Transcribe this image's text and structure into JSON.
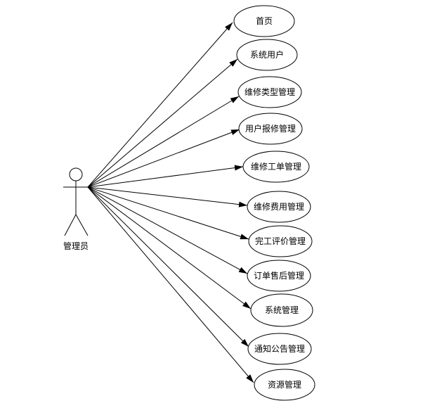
{
  "actor": {
    "label": "管理员"
  },
  "use_cases": [
    {
      "label": "首页"
    },
    {
      "label": "系统用户"
    },
    {
      "label": "维修类型管理"
    },
    {
      "label": "用户报修管理"
    },
    {
      "label": "维修工单管理"
    },
    {
      "label": "维修费用管理"
    },
    {
      "label": "完工评价管理"
    },
    {
      "label": "订单售后管理"
    },
    {
      "label": "系统管理"
    },
    {
      "label": "通知公告管理"
    },
    {
      "label": "资源管理"
    }
  ]
}
